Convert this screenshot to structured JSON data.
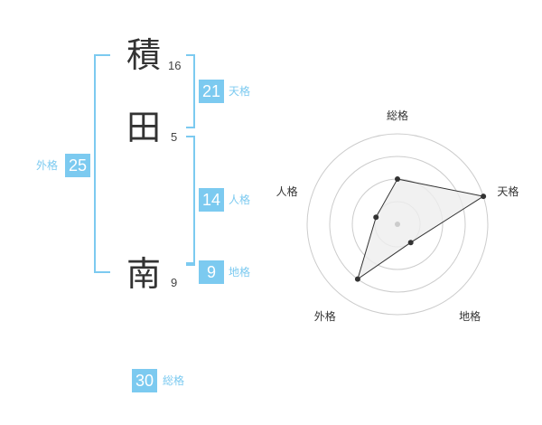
{
  "characters": [
    {
      "char": "積",
      "strokes": "16"
    },
    {
      "char": "田",
      "strokes": "5"
    },
    {
      "char": "南",
      "strokes": "9"
    }
  ],
  "kaku": {
    "tenkaku": {
      "value": "21",
      "label": "天格"
    },
    "jinkaku": {
      "value": "14",
      "label": "人格"
    },
    "chikaku": {
      "value": "9",
      "label": "地格"
    },
    "gaikaku": {
      "value": "25",
      "label": "外格"
    },
    "soukaku": {
      "value": "30",
      "label": "総格"
    }
  },
  "colors": {
    "accent": "#7ccaf0",
    "text": "#333333",
    "grid": "#cccccc",
    "fill": "#eeeeee",
    "point": "#333333"
  },
  "chart_data": {
    "type": "radar",
    "axes": [
      "総格",
      "天格",
      "地格",
      "外格",
      "人格"
    ],
    "values": [
      2,
      4,
      1,
      3,
      1
    ],
    "rmax": 4,
    "rings": 4
  }
}
